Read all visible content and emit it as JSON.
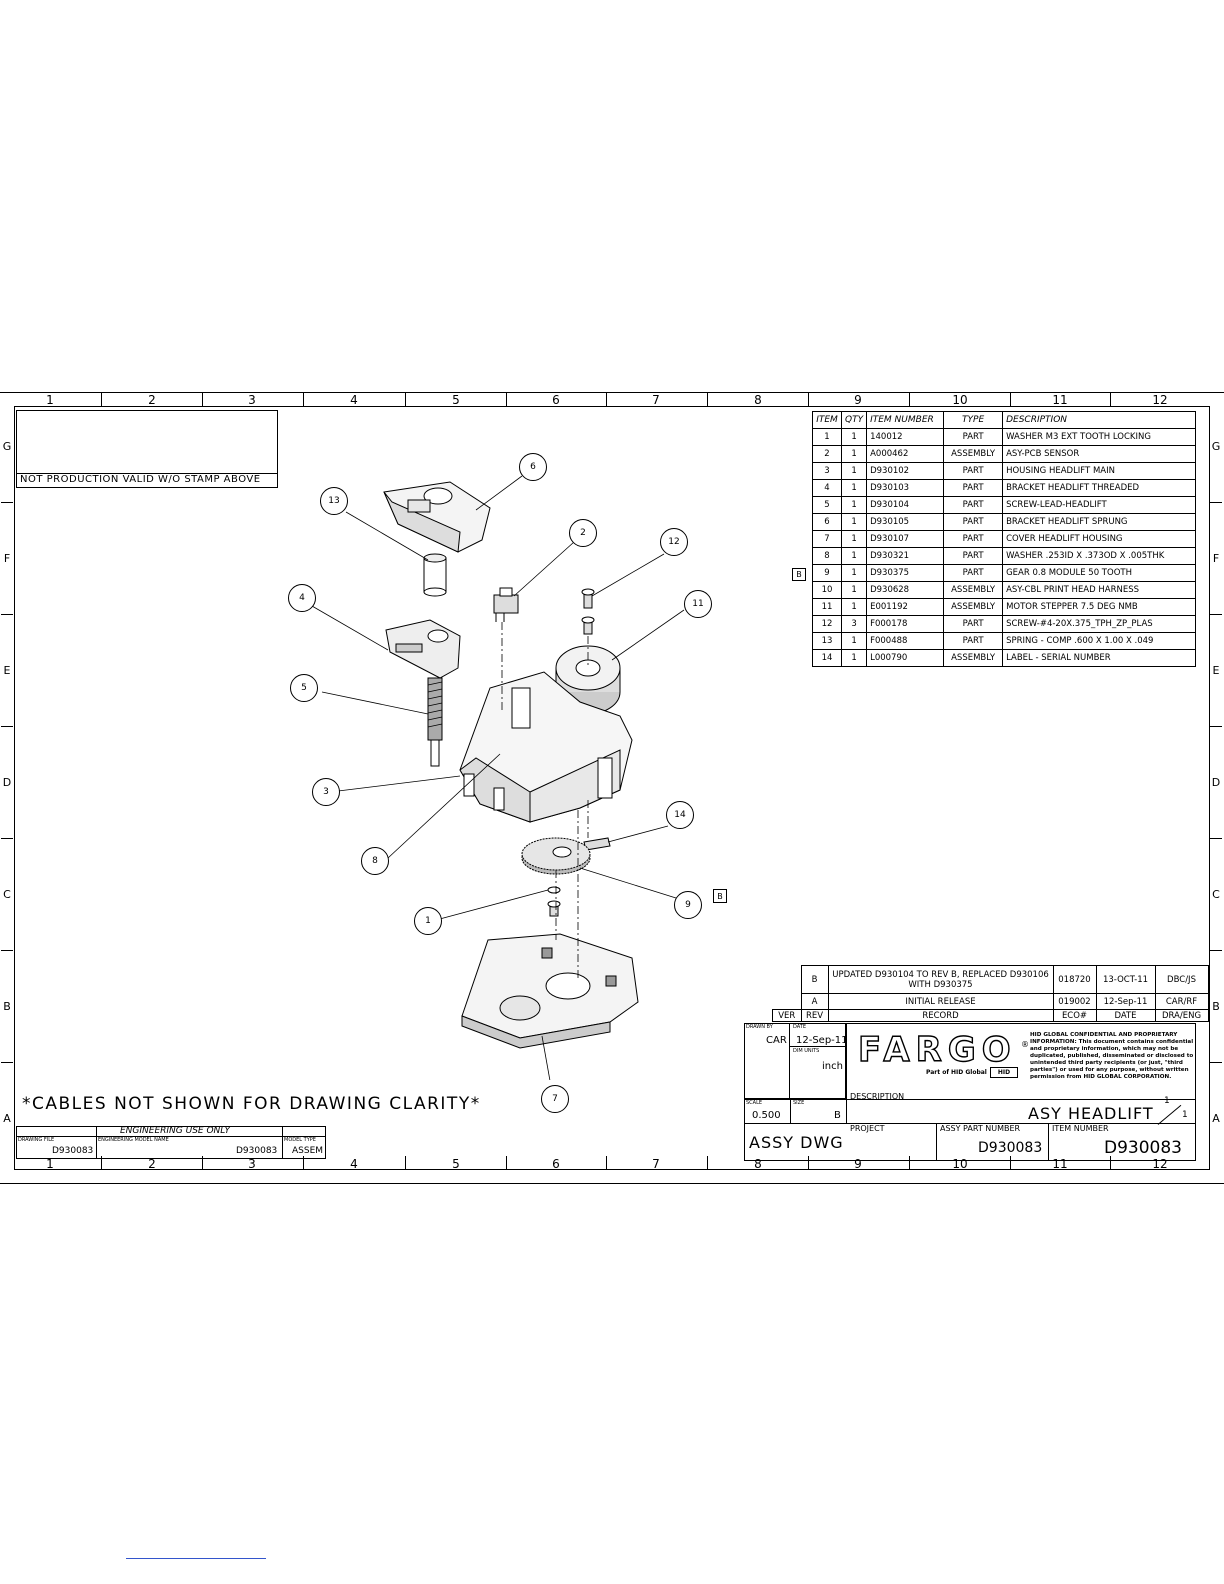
{
  "zones": {
    "numbers": [
      "1",
      "2",
      "3",
      "4",
      "5",
      "6",
      "7",
      "8",
      "9",
      "10",
      "11",
      "12"
    ],
    "letters": [
      "G",
      "F",
      "E",
      "D",
      "C",
      "B",
      "A"
    ]
  },
  "stamp": {
    "note": "NOT PRODUCTION VALID W/O STAMP ABOVE"
  },
  "bom": {
    "headers": [
      "ITEM",
      "QTY",
      "ITEM NUMBER",
      "TYPE",
      "DESCRIPTION"
    ],
    "rows": [
      [
        "1",
        "1",
        "140012",
        "PART",
        "WASHER M3 EXT TOOTH LOCKING"
      ],
      [
        "2",
        "1",
        "A000462",
        "ASSEMBLY",
        "ASY-PCB SENSOR"
      ],
      [
        "3",
        "1",
        "D930102",
        "PART",
        "HOUSING HEADLIFT MAIN"
      ],
      [
        "4",
        "1",
        "D930103",
        "PART",
        "BRACKET HEADLIFT THREADED"
      ],
      [
        "5",
        "1",
        "D930104",
        "PART",
        "SCREW-LEAD-HEADLIFT"
      ],
      [
        "6",
        "1",
        "D930105",
        "PART",
        "BRACKET HEADLIFT SPRUNG"
      ],
      [
        "7",
        "1",
        "D930107",
        "PART",
        "COVER HEADLIFT HOUSING"
      ],
      [
        "8",
        "1",
        "D930321",
        "PART",
        "WASHER .253ID X .373OD X .005THK"
      ],
      [
        "9",
        "1",
        "D930375",
        "PART",
        "GEAR 0.8 MODULE 50 TOOTH"
      ],
      [
        "10",
        "1",
        "D930628",
        "ASSEMBLY",
        "ASY-CBL PRINT HEAD HARNESS"
      ],
      [
        "11",
        "1",
        "E001192",
        "ASSEMBLY",
        "MOTOR STEPPER 7.5 DEG NMB"
      ],
      [
        "12",
        "3",
        "F000178",
        "PART",
        "SCREW-#4-20X.375_TPH_ZP_PLAS"
      ],
      [
        "13",
        "1",
        "F000488",
        "PART",
        "SPRING - COMP .600 X 1.00 X .049"
      ],
      [
        "14",
        "1",
        "L000790",
        "ASSEMBLY",
        "LABEL - SERIAL NUMBER"
      ]
    ],
    "rev_flag": "B"
  },
  "balloons": [
    "1",
    "2",
    "3",
    "4",
    "5",
    "6",
    "7",
    "8",
    "9",
    "11",
    "12",
    "13",
    "14"
  ],
  "gear_flag": "B",
  "revisions": {
    "rows": [
      [
        "B",
        "UPDATED D930104 TO REV B, REPLACED D930106 WITH D930375",
        "018720",
        "13-OCT-11",
        "DBC/JS"
      ],
      [
        "A",
        "INITIAL RELEASE",
        "019002",
        "12-Sep-11",
        "CAR/RF"
      ]
    ],
    "headers": [
      "VER",
      "REV",
      "RECORD",
      "ECO#",
      "DATE",
      "DRA/ENG"
    ]
  },
  "title_block": {
    "drawn_by_label": "DRAWN BY",
    "drawn_by": "CAR",
    "date_label": "DATE",
    "date": "12-Sep-11",
    "dim_units_label": "DIM UNITS",
    "dim_units": "inch",
    "scale_label": "SCALE",
    "scale": "0.500",
    "size_label": "SIZE",
    "size": "B",
    "logo": "FARGO",
    "logo_sub": "Part of HID Global",
    "logo_tag": "HID",
    "confidential": "HID GLOBAL CONFIDENTIAL AND PROPRIETARY INFORMATION: This document contains confidential and proprietary information, which may not be duplicated, published, disseminated or disclosed to unintended third party recipients (or just, \"third parties\") or used for any purpose, without written permission from HID GLOBAL CORPORATION.",
    "description_label": "DESCRIPTION",
    "description": "ASY HEADLIFT",
    "sheet_top": "1",
    "sheet_bottom": "1",
    "doc_type": "ASSY DWG",
    "project_label": "PROJECT",
    "assy_part_label": "ASSY PART NUMBER",
    "assy_part": "D930083",
    "item_number_label": "ITEM NUMBER",
    "item_number": "D930083"
  },
  "notes": {
    "cables": "*CABLES NOT SHOWN FOR DRAWING CLARITY*"
  },
  "eng_block": {
    "title": "ENGINEERING USE ONLY",
    "drawing_file_label": "DRAWING FILE",
    "drawing_file": "D930083",
    "model_name_label": "ENGINEERING MODEL NAME",
    "model_name": "D930083",
    "model_type_label": "MODEL TYPE",
    "model_type": "ASSEM"
  }
}
